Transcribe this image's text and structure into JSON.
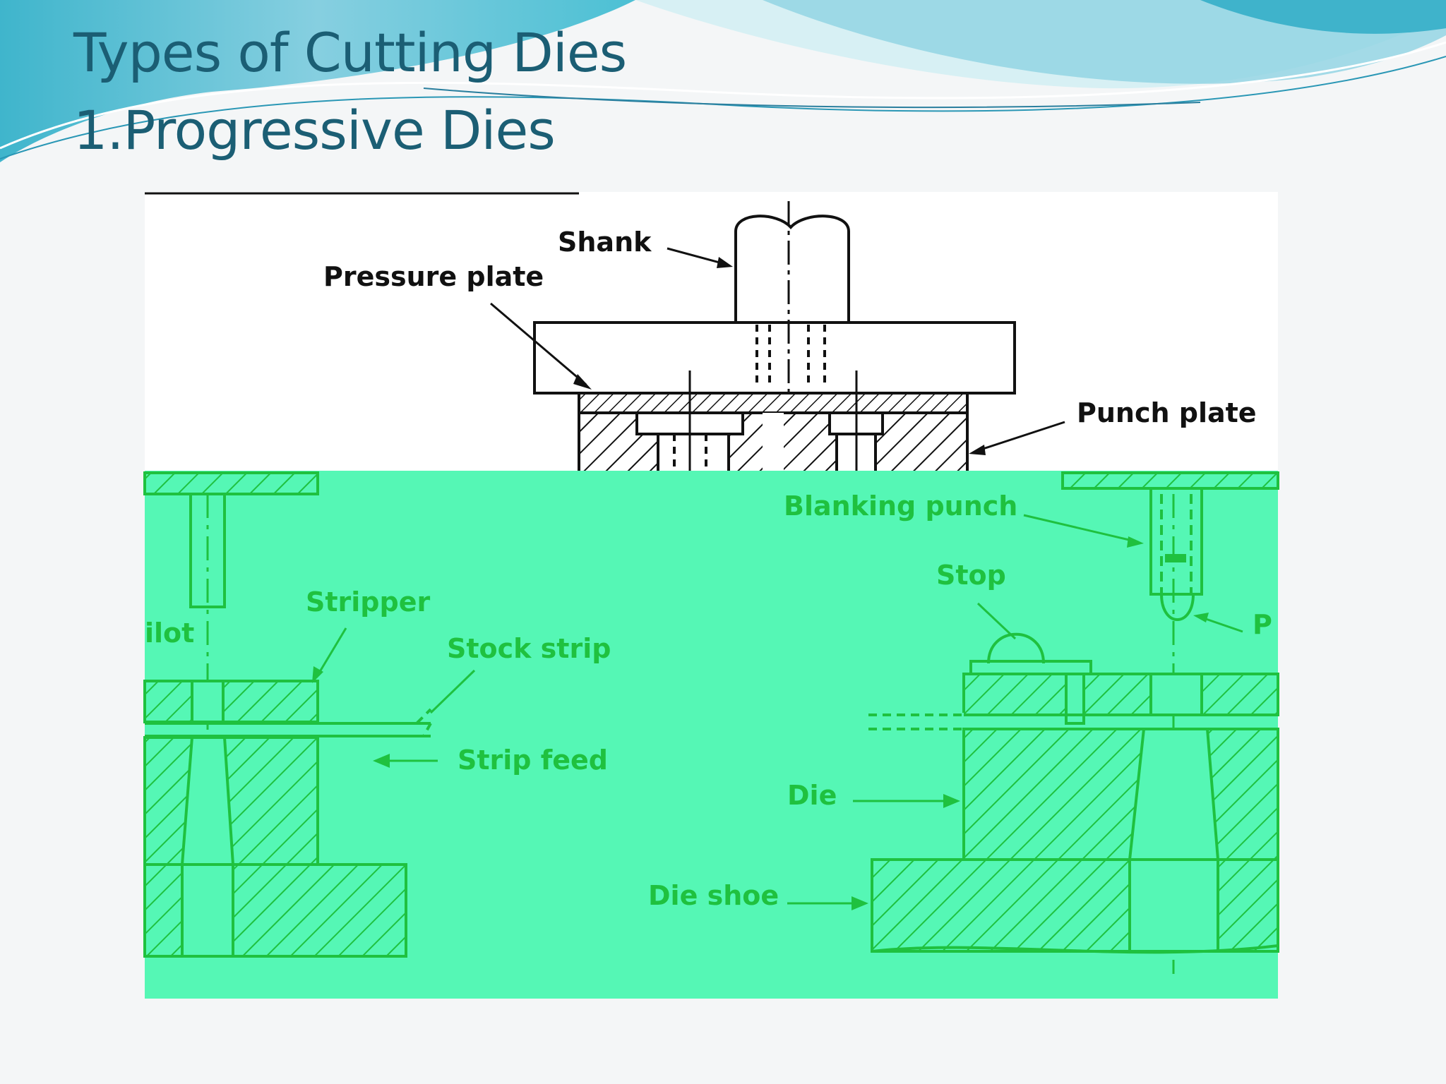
{
  "slide": {
    "title_line1": "Types of Cutting Dies",
    "title_line2": "1.Progressive Dies"
  },
  "figure": {
    "labels": {
      "shank": "Shank",
      "pressure_plate": "Pressure plate",
      "punch_plate": "Punch plate",
      "blanking_punch": "Blanking punch",
      "stop": "Stop",
      "pilot": "ilot",
      "pilot_right": "P",
      "stripper": "Stripper",
      "stock_strip": "Stock strip",
      "strip_feed": "Strip feed",
      "die": "Die",
      "die_shoe": "Die shoe"
    }
  },
  "colors": {
    "title": "#1b5e74",
    "overlay_fill": "#55f7b5",
    "overlay_line": "#1fc13f",
    "drawing_line": "#111111",
    "wave_light": "#bfe8ee",
    "wave_dark": "#46b8cf"
  }
}
